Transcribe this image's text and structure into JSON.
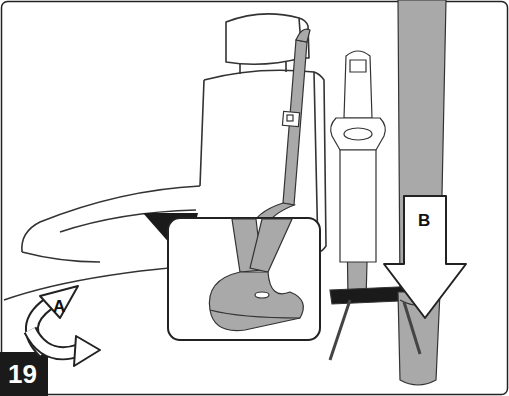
{
  "diagram": {
    "labels": [
      "19",
      "A",
      "B"
    ]
  }
}
